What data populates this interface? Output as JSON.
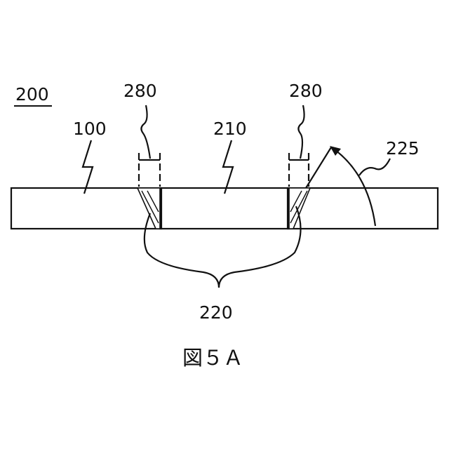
{
  "figure": {
    "caption": "図５Ａ",
    "labels": {
      "assembly": "200",
      "base_plate": "100",
      "insert": "210",
      "welds": "220",
      "angle": "225",
      "bevel_width_left": "280",
      "bevel_width_right": "280"
    }
  }
}
